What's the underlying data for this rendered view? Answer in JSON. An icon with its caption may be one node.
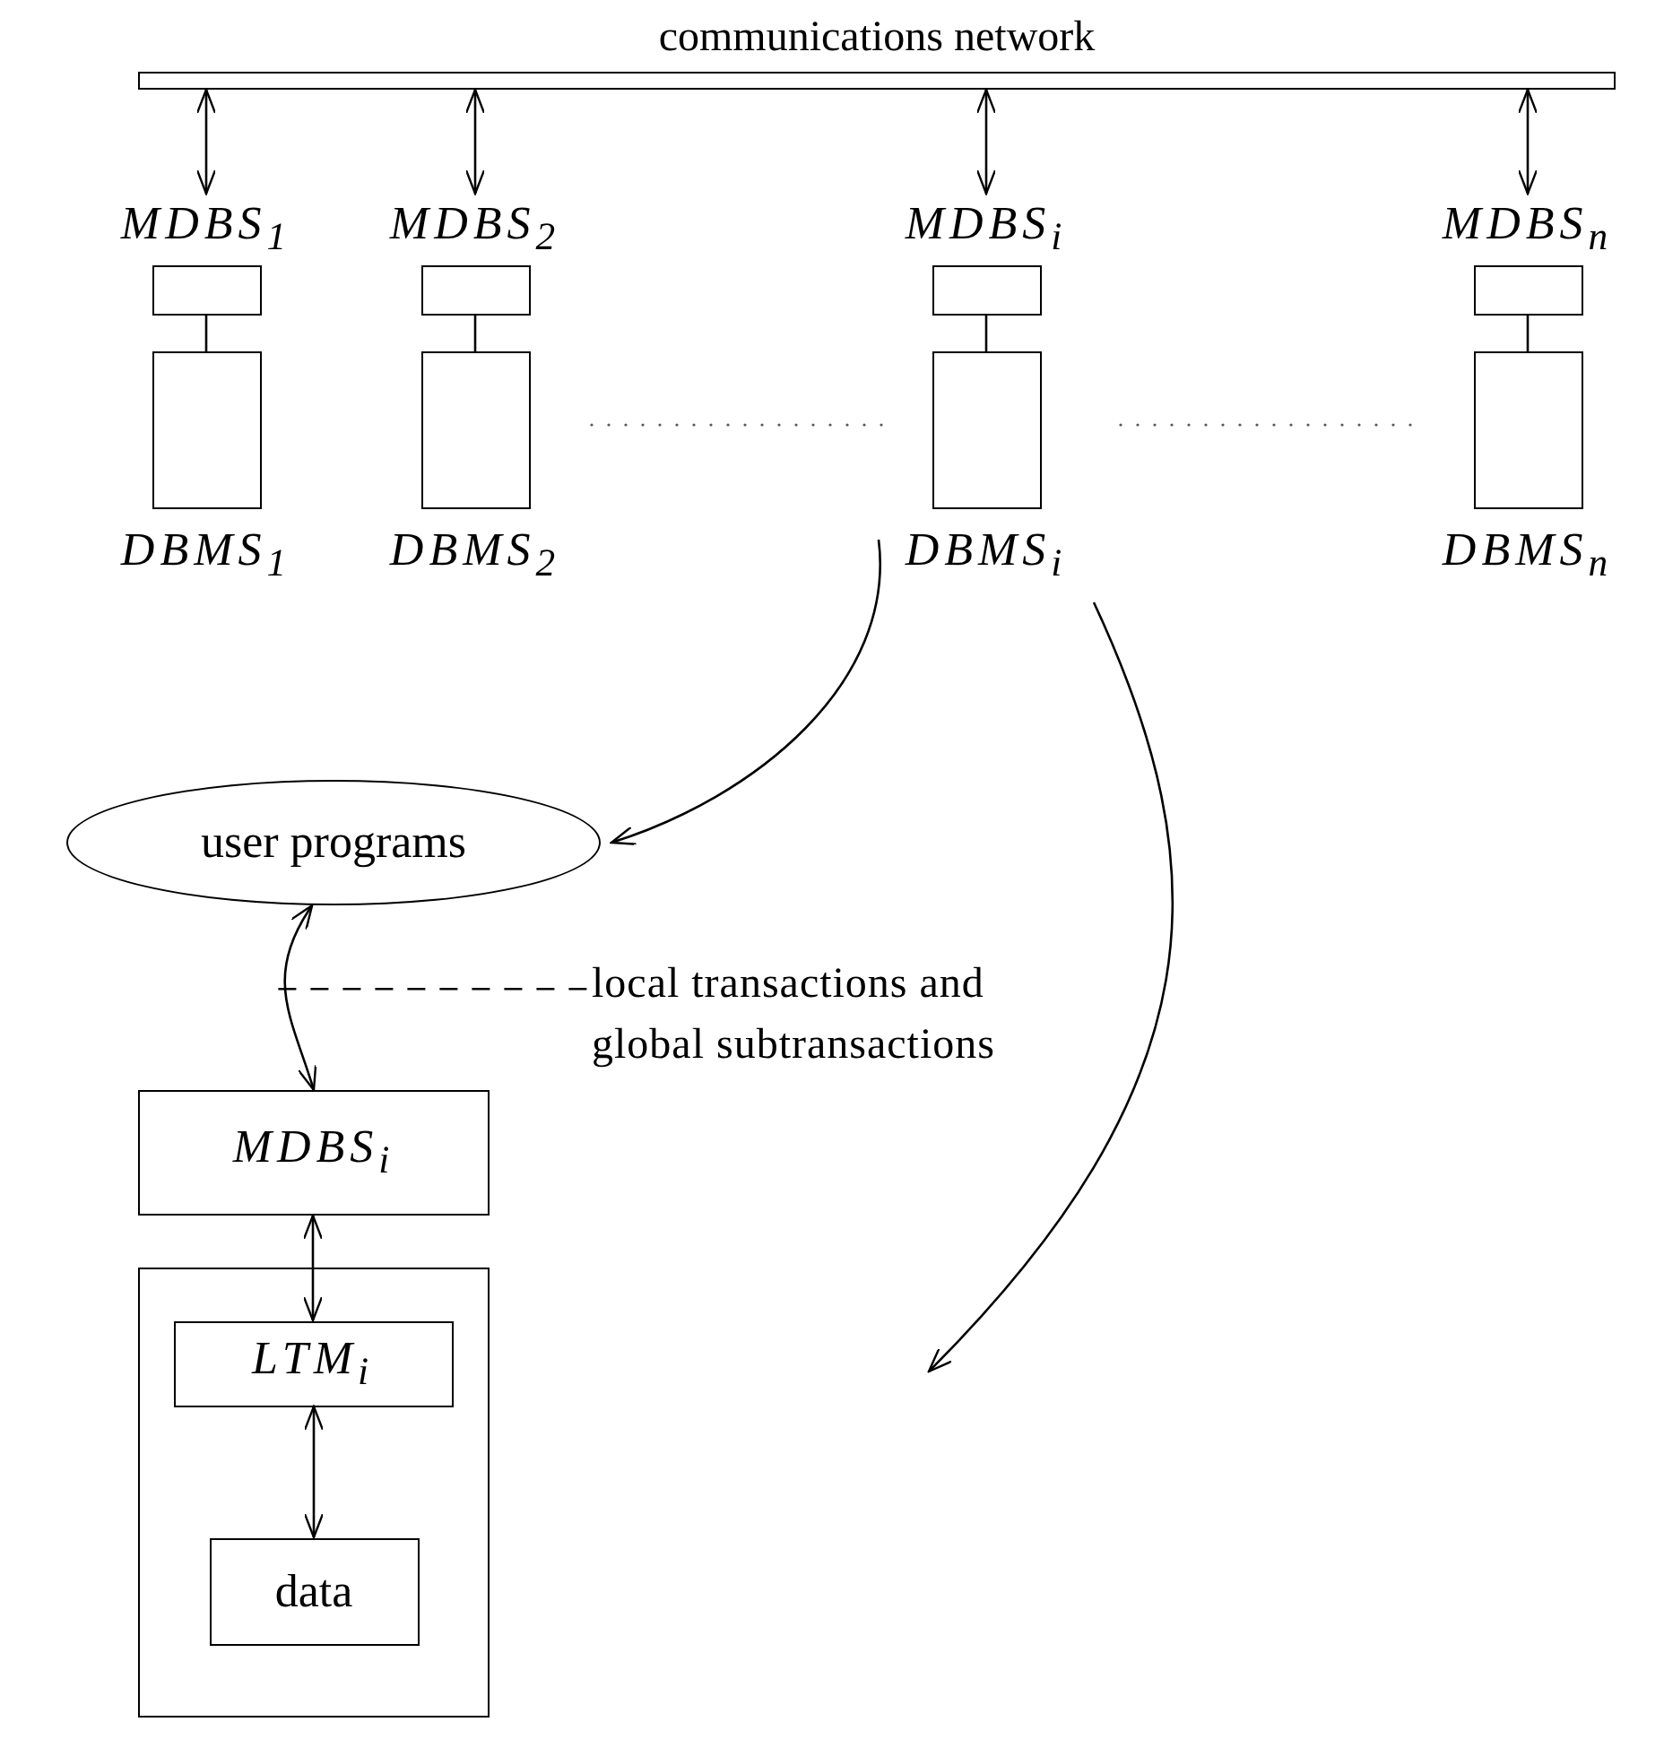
{
  "diagram": {
    "nodes": [
      {
        "text": [
          "communications network"
        ]
      },
      {
        "text": [
          "MDBS$_{1}$"
        ]
      },
      {
        "text": [
          "DBMS$_{1}$"
        ]
      },
      {
        "text": [
          "MDBS$_{2}$"
        ]
      },
      {
        "text": [
          "DBMS$_{2}$"
        ]
      },
      {
        "text": [
          "MDBS$_{i}$"
        ]
      },
      {
        "text": [
          "DBMS$_{i}$"
        ]
      },
      {
        "text": [
          "MDBS$_{n}$"
        ]
      },
      {
        "text": [
          "DBMS$_{n}$"
        ]
      },
      {
        "text": [
          "user programs"
        ]
      },
      {
        "text": [
          "MDBS$_{i}$"
        ]
      },
      {
        "text": [],
        "shape": "box"
      },
      {
        "text": [
          "LTM$_{i}$"
        ],
        "in": 11
      },
      {
        "text": [
          "data"
        ],
        "in": 11
      },
      {
        "text": [
          "local transactions and global subtransactions"
        ]
      }
    ],
    "edges": [
      {
        "from": 0,
        "to": 1,
        "arrow": "both"
      },
      {
        "from": 0,
        "to": 3,
        "arrow": "both"
      },
      {
        "from": 0,
        "to": 5,
        "arrow": "both"
      },
      {
        "from": 0,
        "to": 7,
        "arrow": "both"
      },
      {
        "from": 1,
        "to": 2,
        "arrow": "none"
      },
      {
        "from": 3,
        "to": 4,
        "arrow": "none"
      },
      {
        "from": 5,
        "to": 6,
        "arrow": "none"
      },
      {
        "from": 7,
        "to": 8,
        "arrow": "none"
      },
      {
        "from": 6,
        "to": 9,
        "arrow": "to"
      },
      {
        "from": 6,
        "to": null,
        "arrow": "to"
      },
      {
        "from": 9,
        "to": 10,
        "arrow": "both"
      },
      {
        "from": 10,
        "to": 12,
        "arrow": "both"
      },
      {
        "from": 12,
        "to": 13,
        "arrow": "both"
      },
      {
        "from": 14,
        "to": null,
        "arrow": "none",
        "style": "dashed"
      }
    ]
  }
}
